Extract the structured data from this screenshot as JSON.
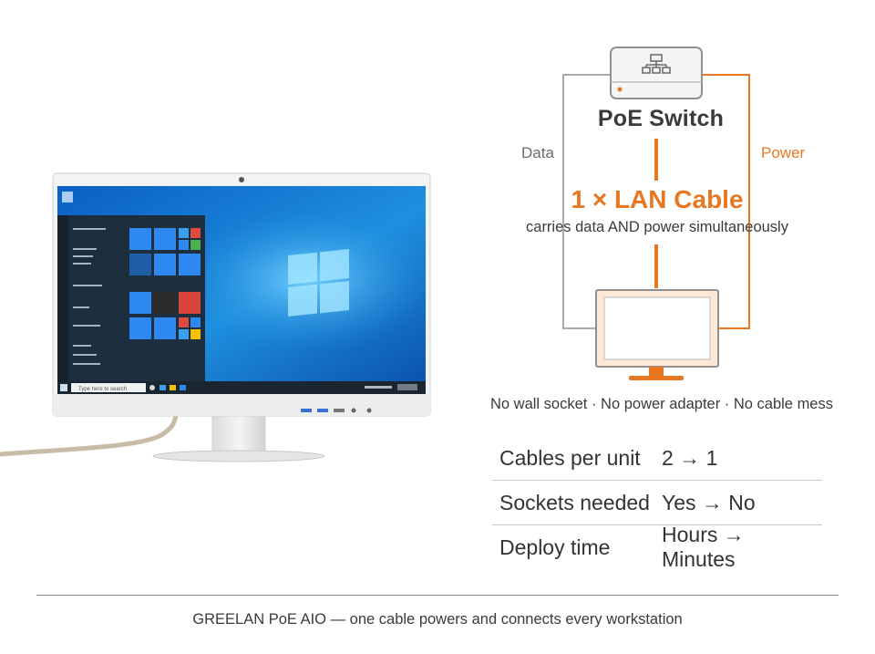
{
  "diagram": {
    "switch_label": "PoE Switch",
    "data_label": "Data",
    "power_label": "Power",
    "cable_label": "1 × LAN Cable",
    "cable_caption": "carries data AND power simultaneously"
  },
  "tagline": "No wall socket · No power adapter · No cable mess",
  "specs": [
    {
      "label": "Cables per unit",
      "value": "2 → 1"
    },
    {
      "label": "Sockets needed",
      "value": "Yes → No"
    },
    {
      "label": "Deploy time",
      "value": "Hours → Minutes"
    }
  ],
  "footer": "GREELAN PoE AIO — one cable powers and connects every workstation",
  "screen": {
    "search_placeholder": "Type here to search"
  },
  "colors": {
    "accent": "#e87722",
    "line_gray": "#a9a9a9",
    "desktop_blue": "#1e8fe0"
  }
}
